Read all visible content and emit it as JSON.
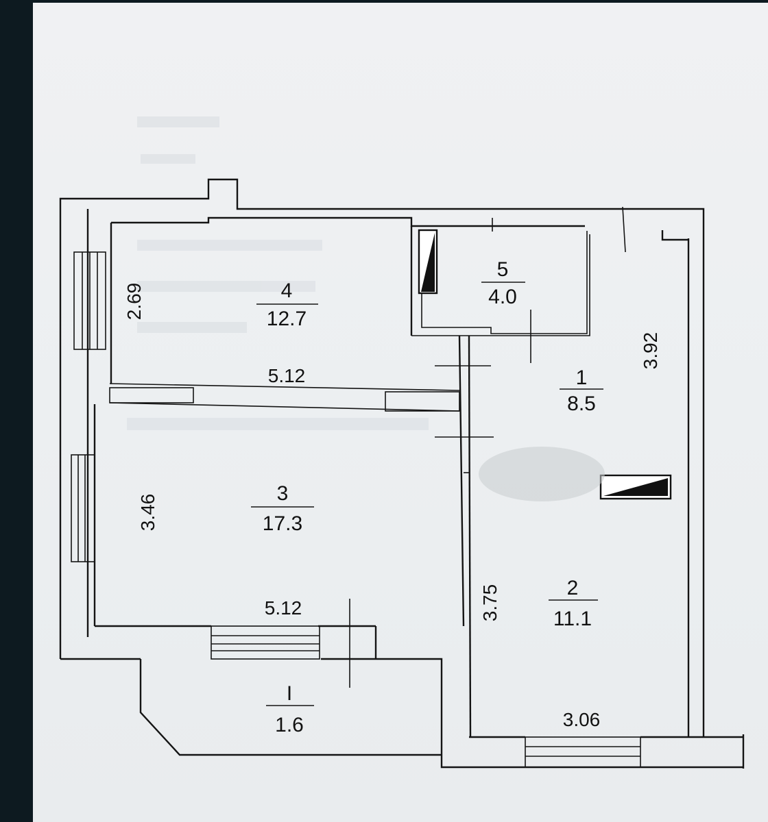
{
  "rooms": [
    {
      "id": "4",
      "number": "4",
      "area": "12.7"
    },
    {
      "id": "5",
      "number": "5",
      "area": "4.0"
    },
    {
      "id": "1",
      "number": "1",
      "area": "8.5"
    },
    {
      "id": "3",
      "number": "3",
      "area": "17.3"
    },
    {
      "id": "2",
      "number": "2",
      "area": "11.1"
    },
    {
      "id": "balcony",
      "number": "I",
      "area": "1.6"
    }
  ],
  "dimensions": {
    "room4_height": "2.69",
    "room4_width": "5.12",
    "room3_height": "3.46",
    "room3_width": "5.12",
    "room1_height": "3.92",
    "room2_height": "3.75",
    "room2_width": "3.06"
  }
}
